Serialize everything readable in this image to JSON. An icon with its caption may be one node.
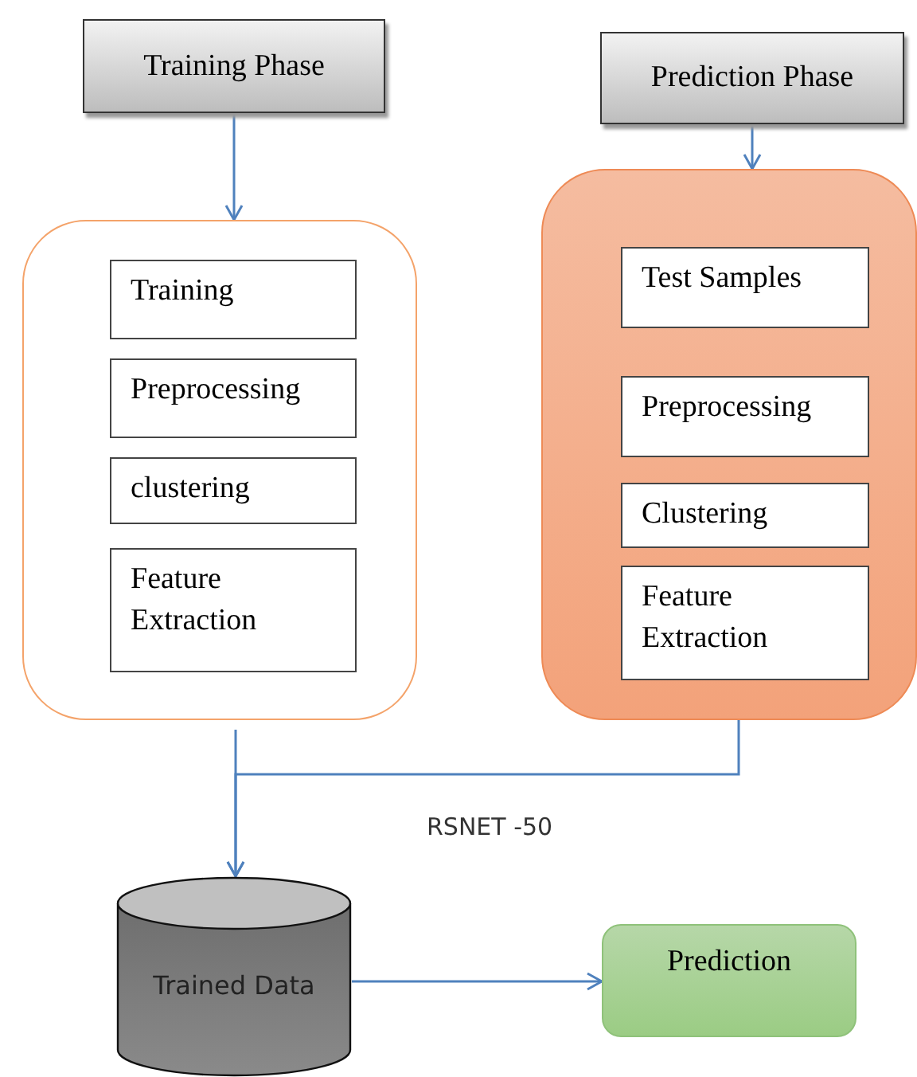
{
  "diagram": {
    "nodes": [
      {
        "text": [
          "Training Phase"
        ]
      },
      {
        "text": [
          "Prediction Phase"
        ]
      },
      {
        "text": [],
        "shape": "box"
      },
      {
        "text": [
          "Training"
        ],
        "in": 2
      },
      {
        "text": [
          "Preprocessing"
        ],
        "in": 2
      },
      {
        "text": [
          "clustering"
        ],
        "in": 2
      },
      {
        "text": [
          "Feature Extraction"
        ],
        "in": 2
      },
      {
        "text": [],
        "shape": "box"
      },
      {
        "text": [
          "Test Samples"
        ],
        "in": 7
      },
      {
        "text": [
          "Preprocessing"
        ],
        "in": 7
      },
      {
        "text": [
          "Clustering"
        ],
        "in": 7
      },
      {
        "text": [
          "Feature Extraction"
        ],
        "in": 7
      },
      {
        "text": [
          "Trained Data"
        ]
      },
      {
        "text": [
          "Prediction"
        ]
      }
    ],
    "edges": [
      {
        "from": 0,
        "to": 2,
        "arrow": "to"
      },
      {
        "from": 1,
        "to": 7,
        "arrow": "to"
      },
      {
        "from": 2,
        "to": 12,
        "arrow": "to"
      },
      {
        "from": 7,
        "to": 12,
        "arrow": "to"
      },
      {
        "from": 12,
        "to": 13,
        "arrow": "to"
      }
    ],
    "labels": [
      "RSNET -50"
    ]
  }
}
